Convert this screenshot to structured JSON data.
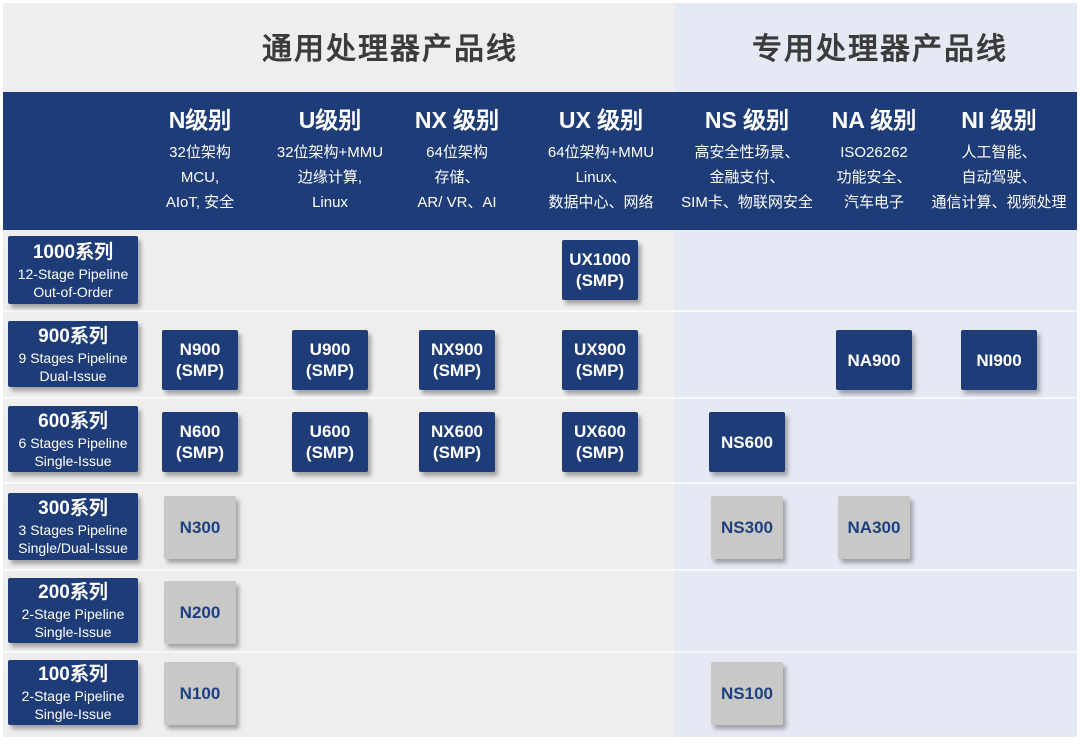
{
  "titles": {
    "general": "通用处理器产品线",
    "special": "专用处理器产品线"
  },
  "colors": {
    "navy": "#1e3c78",
    "background_left": "#efeeed",
    "background_right": "#e4e9f4",
    "chip_gray": "#c8c8c7",
    "title_text": "#3b3b3b",
    "chip_text_on_navy": "#ffffff",
    "chip_text_on_gray": "#1e4080"
  },
  "columns": [
    {
      "name": "N级别",
      "lines": [
        "32位架构",
        "MCU,",
        "AIoT, 安全"
      ]
    },
    {
      "name": "U级别",
      "lines": [
        "32位架构+MMU",
        "边缘计算,",
        "Linux"
      ]
    },
    {
      "name": "NX 级别",
      "lines": [
        "64位架构",
        "存储、",
        "AR/ VR、AI"
      ]
    },
    {
      "name": "UX 级别",
      "lines": [
        "64位架构+MMU",
        "Linux、",
        "数据中心、网络"
      ]
    },
    {
      "name": "NS 级别",
      "lines": [
        "高安全性场景、",
        "金融支付、",
        "SIM卡、物联网安全"
      ]
    },
    {
      "name": "NA 级别",
      "lines": [
        "ISO26262",
        "功能安全、",
        "汽车电子"
      ]
    },
    {
      "name": "NI 级别",
      "lines": [
        "人工智能、",
        "自动驾驶、",
        "通信计算、视频处理"
      ]
    }
  ],
  "rows": [
    {
      "series": "1000系列",
      "line1": "12-Stage Pipeline",
      "line2": "Out-of-Order"
    },
    {
      "series": "900系列",
      "line1": "9 Stages Pipeline",
      "line2": "Dual-Issue"
    },
    {
      "series": "600系列",
      "line1": "6 Stages Pipeline",
      "line2": "Single-Issue"
    },
    {
      "series": "300系列",
      "line1": "3 Stages Pipeline",
      "line2": "Single/Dual-Issue"
    },
    {
      "series": "200系列",
      "line1": "2-Stage Pipeline",
      "line2": "Single-Issue"
    },
    {
      "series": "100系列",
      "line1": "2-Stage Pipeline",
      "line2": "Single-Issue"
    }
  ],
  "chips": [
    {
      "name": "UX1000",
      "tag": "(SMP)"
    },
    {
      "name": "N900",
      "tag": "(SMP)"
    },
    {
      "name": "U900",
      "tag": "(SMP)"
    },
    {
      "name": "NX900",
      "tag": "(SMP)"
    },
    {
      "name": "UX900",
      "tag": "(SMP)"
    },
    {
      "name": "NA900"
    },
    {
      "name": "NI900"
    },
    {
      "name": "N600",
      "tag": "(SMP)"
    },
    {
      "name": "U600",
      "tag": "(SMP)"
    },
    {
      "name": "NX600",
      "tag": "(SMP)"
    },
    {
      "name": "UX600",
      "tag": "(SMP)"
    },
    {
      "name": "NS600"
    },
    {
      "name": "N300"
    },
    {
      "name": "NS300"
    },
    {
      "name": "NA300"
    },
    {
      "name": "N200"
    },
    {
      "name": "N100"
    },
    {
      "name": "NS100"
    }
  ]
}
